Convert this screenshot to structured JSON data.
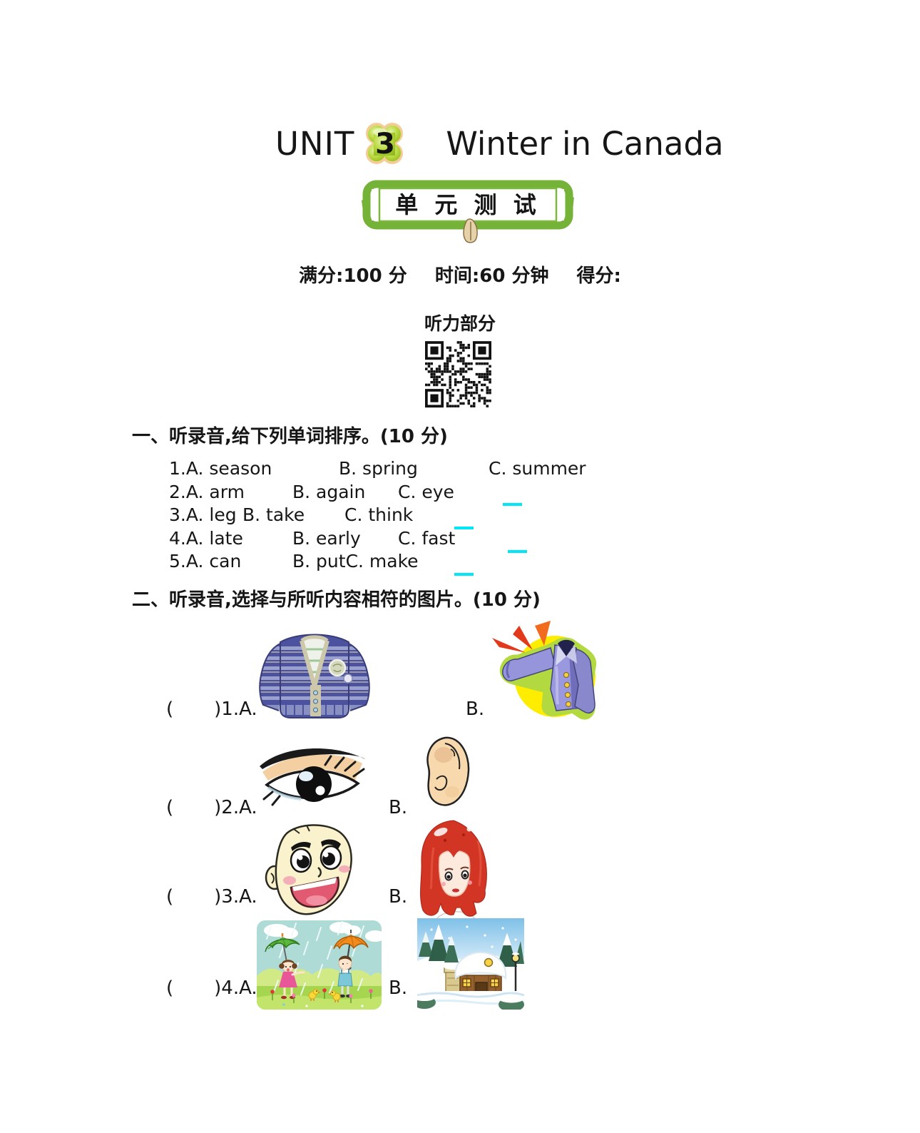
{
  "header": {
    "unit_label": "UNIT",
    "unit_number": "3",
    "unit_title": "Winter in Canada",
    "stamp_text": "单 元 测 试",
    "score_line": {
      "full_marks": "满分:100 分",
      "time": "时间:60 分钟",
      "score_label": "得分:"
    },
    "listening_section_title": "听力部分"
  },
  "part_one": {
    "heading": "一、听录音,给下列单词排序。(10 分)",
    "items": [
      {
        "a": "1.A. season",
        "b": "B. spring",
        "c": "C. summer"
      },
      {
        "a": "2.A. arm",
        "b": "B. again",
        "c": "C. eye"
      },
      {
        "a": "3.A. leg",
        "b": "B. take",
        "c": "C. think"
      },
      {
        "a": "4.A. late",
        "b": "B. early",
        "c": "C. fast"
      },
      {
        "a": "5.A. can",
        "b": "B. put",
        "c": "C. make"
      }
    ]
  },
  "part_two": {
    "heading": "二、听录音,选择与所听内容相符的图片。(10 分)",
    "rows": [
      {
        "paren": "(",
        "label": ")1.A.",
        "b_label": "B.",
        "picture_a": "blue-striped-sweater",
        "picture_b": "purple-jacket-with-sun"
      },
      {
        "paren": "(",
        "label": ")2.A.",
        "b_label": "B.",
        "picture_a": "eye-drawing",
        "picture_b": "ear-drawing"
      },
      {
        "paren": "(",
        "label": ")3.A.",
        "b_label": "B.",
        "picture_a": "smiling-face",
        "picture_b": "red-haired-girl"
      },
      {
        "paren": "(",
        "label": ")4.A.",
        "b_label": "B.",
        "picture_a": "children-umbrellas-rain",
        "picture_b": "snow-covered-house"
      }
    ]
  },
  "colors": {
    "stamp_green": "#74b238",
    "badge_border_tan": "#f4cd96",
    "badge_green": "#b8d93e",
    "answer_blank_cyan": "#00e7f8"
  }
}
